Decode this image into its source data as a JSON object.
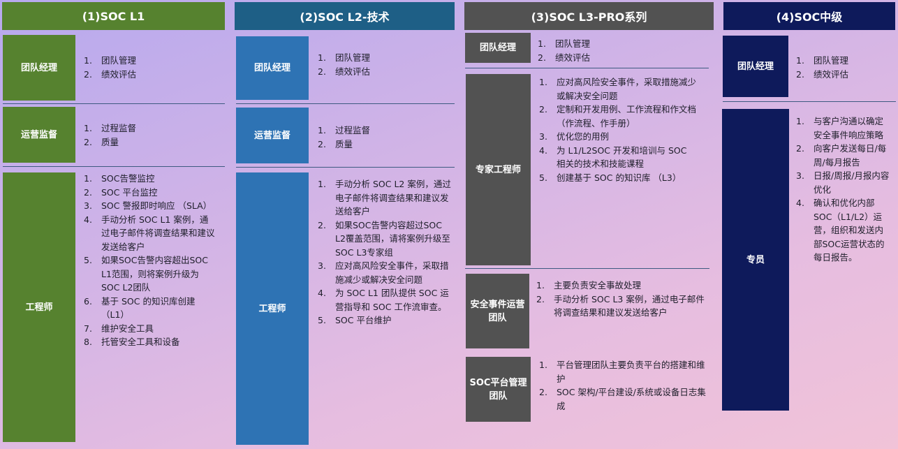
{
  "columns": [
    {
      "title": "(1)SOC L1",
      "sections": [
        {
          "role": "团队经理",
          "items": [
            "团队管理",
            "绩效评估"
          ]
        },
        {
          "role": "运营监督",
          "items": [
            "过程监督",
            "质量"
          ]
        },
        {
          "role": "工程师",
          "items": [
            "SOC告警监控",
            "SOC 平台监控",
            "SOC 警报即时响应 （SLA）",
            "手动分析 SOC L1 案例，通过电子邮件将调查结果和建议发送给客户",
            "如果SOC告警内容超出SOC L1范围，则将案例升级为SOC L2团队",
            "基于 SOC 的知识库创建 （L1）",
            "维护安全工具",
            "托管安全工具和设备"
          ]
        }
      ]
    },
    {
      "title": "(2)SOC L2-技术",
      "sections": [
        {
          "role": "团队经理",
          "items": [
            "团队管理",
            "绩效评估"
          ]
        },
        {
          "role": "运营监督",
          "items": [
            "过程监督",
            "质量"
          ]
        },
        {
          "role": "工程师",
          "items": [
            "手动分析 SOC L2 案例，通过电子邮件将调查结果和建议发送给客户",
            "如果SOC告警内容超过SOC L2覆盖范围，请将案例升级至SOC L3专家组",
            "应对高风险安全事件，采取措施减少或解决安全问题",
            "为 SOC L1 团队提供 SOC 运营指导和 SOC 工作流审查。",
            "SOC 平台维护"
          ]
        }
      ]
    },
    {
      "title": "(3)SOC L3-PRO系列",
      "sections": [
        {
          "role": "团队经理",
          "items": [
            "团队管理",
            "绩效评估"
          ]
        },
        {
          "role": "专家工程师",
          "items": [
            "应对高风险安全事件，采取措施减少或解决安全问题",
            "定制和开发用例、工作流程和作文档（作流程、作手册）",
            "优化您的用例",
            "为 L1/L2SOC 开发和培训与 SOC 相关的技术和技能课程",
            "创建基于 SOC 的知识库 （L3）"
          ]
        },
        {
          "role": "安全事件运营团队",
          "items": [
            "主要负责安全事故处理",
            "手动分析 SOC L3 案例，通过电子邮件将调查结果和建议发送给客户"
          ]
        },
        {
          "role": "SOC平台管理团队",
          "items": [
            "平台管理团队主要负责平台的搭建和维护",
            "SOC 架构/平台建设/系统或设备日志集成"
          ]
        }
      ]
    },
    {
      "title": "(4)SOC中级",
      "sections": [
        {
          "role": "团队经理",
          "items": [
            "团队管理",
            "绩效评估"
          ]
        },
        {
          "role": "专员",
          "items": [
            "与客户沟通以确定安全事件响应策略",
            "向客户发送每日/每周/每月报告",
            "日报/周报/月报内容优化",
            "确认和优化内部SOC（L1/L2）运营，组织和发送内部SOC运营状态的每日报告。"
          ]
        }
      ]
    }
  ],
  "colors": {
    "col1": "#56822f",
    "col2_header": "#1e5f86",
    "col2": "#2e73b4",
    "col3": "#525252",
    "col4": "#0e1a5b",
    "separator": "#3d5a80"
  }
}
